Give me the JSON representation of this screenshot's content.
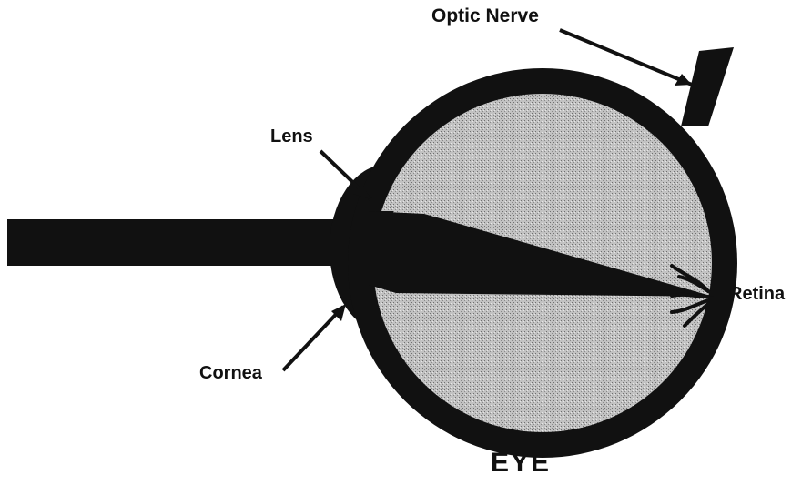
{
  "diagram": {
    "title": "EYE",
    "labels": {
      "optic_nerve": "Optic Nerve",
      "lens": "Lens",
      "retina": "Retina",
      "cornea": "Cornea"
    }
  },
  "colors": {
    "ink": "#111111",
    "interior": "#bdbdbd",
    "background": "#ffffff"
  }
}
